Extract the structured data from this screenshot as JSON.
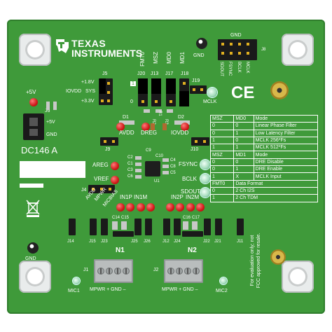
{
  "brand": {
    "logo_line1": "TEXAS",
    "logo_line2": "INSTRUMENTS"
  },
  "board": {
    "name": "DC146 A"
  },
  "power": {
    "plus_5v_top": "+5V",
    "plus_5v": "+5V",
    "gnd": "GND",
    "j6": "J6",
    "j5": "J5",
    "plus_1v8": "+1.8V",
    "iovdd": "IOVDD",
    "sys": "SYS",
    "plus_3v3": "+3.3V"
  },
  "jumpers_top": {
    "j20": "J20",
    "j13": "J13",
    "j17": "J17",
    "j18": "J18",
    "j19": "J19",
    "one": "1",
    "zero": "0",
    "fmt0": "FMT0",
    "msz": "MSZ",
    "md0": "MD0",
    "md1": "MD1"
  },
  "gnd_labels": {
    "gnd_top": "GND",
    "gnd_header": "GND",
    "gnd_bottom": "GND"
  },
  "clock_header": {
    "sdout": "SDOUT",
    "fsync": "FSYNC",
    "bclk": "BCLK",
    "mclk": "MCLK",
    "j8": "J8"
  },
  "test_points": {
    "mclk": "MCLK",
    "fsync": "FSYNC",
    "bclk": "BCLK",
    "sdout": "SDOUT"
  },
  "leds": {
    "d1": "D1",
    "d2": "D2",
    "avdd": "AVDD",
    "dreg": "DREG",
    "iovdd": "IOVDD",
    "areg": "AREG",
    "vref": "VREF",
    "r1": "R1",
    "r2": "R2",
    "r3": "R3"
  },
  "components": {
    "c2": "C2",
    "c1": "C1",
    "c3": "C3",
    "c6": "C6",
    "c10": "C10",
    "c9": "C9",
    "c4": "C4",
    "c8": "C8",
    "c5": "C5",
    "u1": "U1",
    "c14": "C14",
    "c15": "C15",
    "c16": "C16",
    "c17": "C17"
  },
  "headers_mid": {
    "j9": "J9",
    "j10": "J10",
    "j4": "J4"
  },
  "mic_labels": {
    "avdd": "AVDD",
    "mpwr": "MPWR",
    "micbias": "MICBIAS",
    "in1p": "IN1P",
    "in1m": "IN1M",
    "in2p": "IN2P",
    "in2m": "IN2M"
  },
  "bottom_jumpers": {
    "j14": "J14",
    "j15": "J15",
    "j23": "J23",
    "j25": "J25",
    "j26": "J26",
    "j12": "J12",
    "j24": "J24",
    "j22": "J22",
    "j21": "J21",
    "j11": "J11"
  },
  "inputs": {
    "n1": "N1",
    "n2": "N2",
    "j1": "J1",
    "j2": "J2",
    "mpwr_gnd_1": "MPWR + GND –",
    "mpwr_gnd_2": "MPWR + GND –",
    "mic1": "MIC1",
    "mic2": "MIC2"
  },
  "mode_table": {
    "hdr1": [
      "MSZ",
      "MD0",
      "Mode"
    ],
    "rows1": [
      [
        "0",
        "0",
        "Linear Phase Filter"
      ],
      [
        "0",
        "1",
        "Low Latency Filter"
      ],
      [
        "1",
        "0",
        "MCLK 256*Fs"
      ],
      [
        "1",
        "1",
        "MCLK 512*Fs"
      ]
    ],
    "hdr2": [
      "MSZ",
      "MD1",
      "Mode"
    ],
    "rows2": [
      [
        "0",
        "0",
        "DRE Disable"
      ],
      [
        "0",
        "1",
        "DRE Enable"
      ],
      [
        "1",
        "X",
        "MCLK Input"
      ]
    ],
    "hdr3": [
      "FMT0",
      "Data Format"
    ],
    "rows3": [
      [
        "0",
        "2 Ch I2S"
      ],
      [
        "1",
        "2 Ch TDM"
      ]
    ]
  },
  "compliance": {
    "ce": "CE",
    "eval_note": "For evaluation only; not FCC approved for resale."
  }
}
